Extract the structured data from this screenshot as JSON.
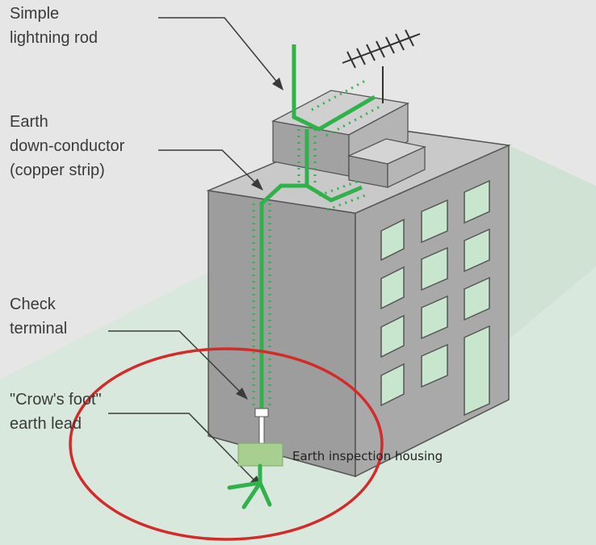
{
  "labels": {
    "lightning_rod": [
      "Simple",
      "lightning rod"
    ],
    "down_conductor": [
      "Earth",
      "down-conductor",
      "(copper strip)"
    ],
    "check_terminal": [
      "Check",
      "terminal"
    ],
    "crows_foot": [
      "\"Crow's foot\"",
      "earth lead"
    ],
    "housing": "Earth inspection housing"
  },
  "colors": {
    "background": "#e6e6e6",
    "ground": "#d8e8dc",
    "conductor": "#2fb24a",
    "highlight_circle": "#d42a2a",
    "housing_box": "#a7cf8f"
  }
}
